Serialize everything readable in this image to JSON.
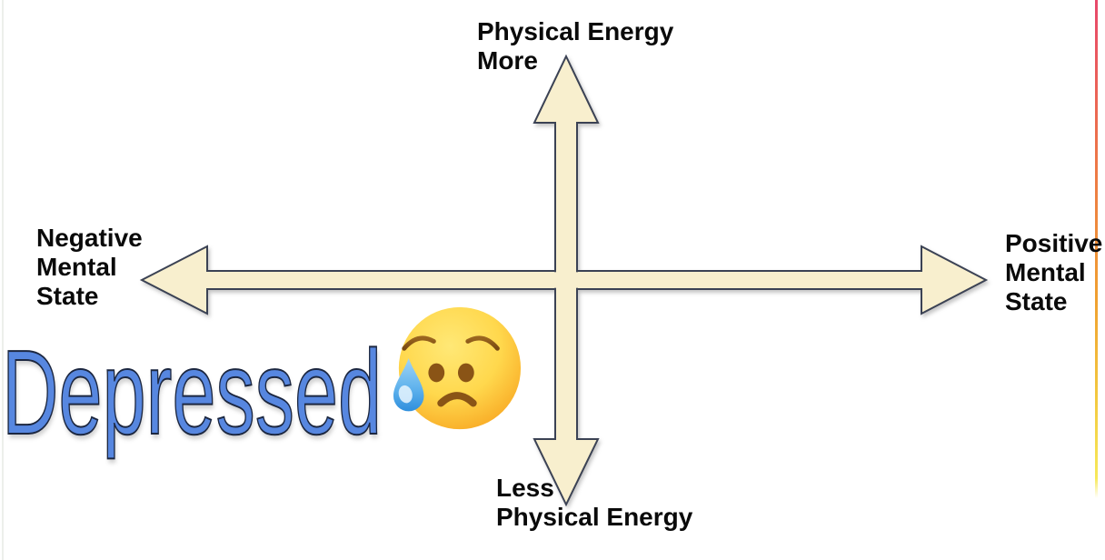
{
  "diagram": {
    "type": "quadrant-axes",
    "axes": {
      "top": {
        "lines": [
          "Physical Energy",
          "More"
        ]
      },
      "bottom": {
        "lines": [
          "Less",
          "Physical Energy"
        ]
      },
      "left": {
        "lines": [
          "Negative",
          "Mental",
          "State"
        ]
      },
      "right": {
        "lines": [
          "Positive",
          "Mental",
          "State"
        ]
      }
    },
    "annotation": {
      "label": "Depressed",
      "emoji": "disappointed-but-relieved-face",
      "quadrant": "negative-mental-state / less-physical-energy"
    },
    "colors": {
      "arrow_fill": "#f8efce",
      "arrow_outline": "#3b4254",
      "label_text": "#0a0a0a",
      "depressed_fill": "#5787e0",
      "depressed_outline": "#1c2740",
      "edge_gradient_top": "#e8486b",
      "edge_gradient_middle": "#f0a030",
      "edge_gradient_bottom": "#f7e95a",
      "emoji_face": "#fdc42c",
      "emoji_tear": "#52a9e8"
    }
  }
}
